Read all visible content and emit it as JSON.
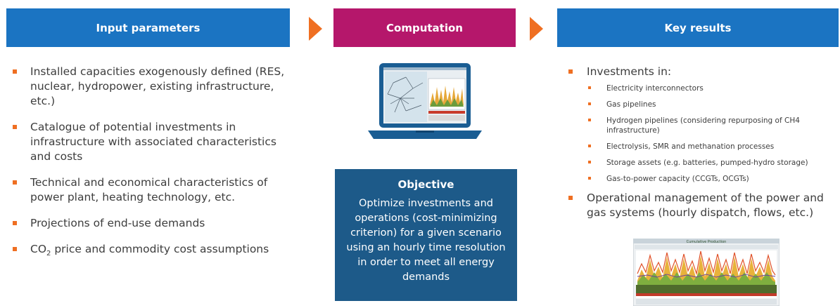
{
  "headers": {
    "input": "Input parameters",
    "computation": "Computation",
    "key_results": "Key results"
  },
  "input_parameters": [
    "Installed capacities exogenously defined (RES, nuclear, hydropower, existing infrastructure, etc.)",
    "Catalogue of potential investments in infrastructure with associated characteristics and costs",
    "Technical and economical characteristics of power plant, heating technology, etc.",
    "Projections of end-use demands",
    "price and commodity cost assumptions"
  ],
  "co2": {
    "prefix": "CO",
    "subscript": "2"
  },
  "objective": {
    "title": "Objective",
    "text": "Optimize investments and operations (cost-minimizing criterion) for a given scenario using an hourly time resolution in order to meet all energy demands"
  },
  "key_results": {
    "investments_label": "Investments in:",
    "investments": [
      "Electricity interconnectors",
      "Gas pipelines",
      "Hydrogen pipelines (considering repurposing of CH4 infrastructure)",
      "Electrolysis, SMR and methanation processes",
      "Storage assets (e.g. batteries, pumped-hydro storage)",
      "Gas-to-power capacity (CCGTs, OCGTs)"
    ],
    "operational": "Operational management of the power and gas systems (hourly dispatch, flows, etc.)"
  },
  "colors": {
    "header_blue": "#1b74c2",
    "header_magenta": "#b5176b",
    "arrow_orange": "#ef6f22",
    "objective_blue": "#1d5a89",
    "bullet_orange": "#ef6f22"
  },
  "screenshot": {
    "title": "Cumulative Production"
  }
}
